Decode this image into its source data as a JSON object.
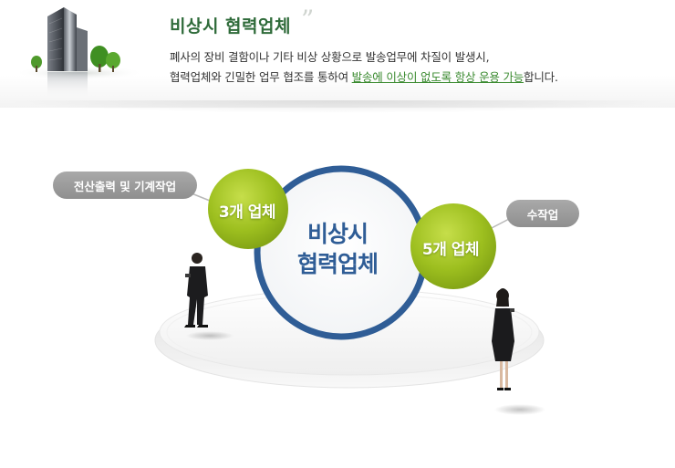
{
  "header": {
    "title": "비상시 협력업체",
    "quote_glyph": "”",
    "line1": "폐사의 장비 결함이나 기타 비상 상황으로 발송업무에 차질이 발생시,",
    "line2_prefix": "협력업체와 긴밀한 업무 협조를 통하여 ",
    "line2_highlight": "발송에 이상이 없도록 항상 운용 가능",
    "line2_suffix": "합니다."
  },
  "diagram": {
    "center_line1": "비상시",
    "center_line2": "협력업체",
    "bubble_left": "3개 업체",
    "bubble_right": "5개 업체",
    "tag_left": "전산출력 및 기계작업",
    "tag_right": "수작업"
  },
  "colors": {
    "title_green": "#2f6b3a",
    "highlight_green": "#3a8a2f",
    "ring_blue": "#2f5d96",
    "bubble_green": "#9dbf1f",
    "pill_gray": "#9a9a9a"
  }
}
